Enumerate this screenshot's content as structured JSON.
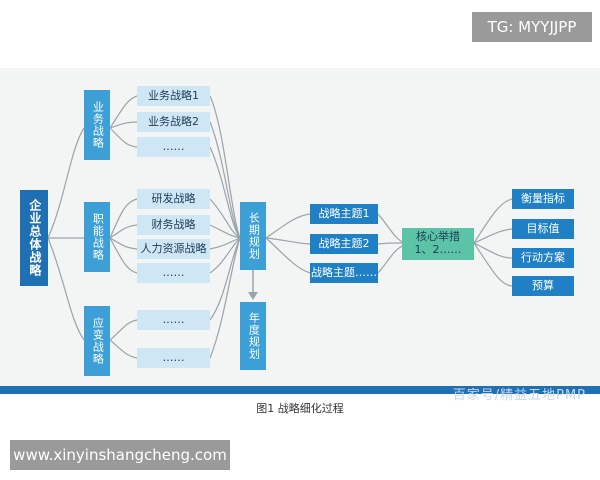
{
  "watermark_top": "TG: MYYJJPP",
  "watermark_bottom": "www.xinyinshangcheng.com",
  "caption": "图1  战略细化过程",
  "footer_source": "百家号/精益五地PMP",
  "diagram": {
    "root": "企业总体战略",
    "branches": {
      "business": {
        "label": "业务战略",
        "items": [
          "业务战略1",
          "业务战略2",
          "……"
        ]
      },
      "functional": {
        "label": "职能战略",
        "items": [
          "研发战略",
          "财务战略",
          "人力资源战略",
          "……"
        ]
      },
      "contingency": {
        "label": "应变战略",
        "items": [
          "……",
          "……"
        ]
      }
    },
    "long_term": "长期规划",
    "annual": "年度规划",
    "themes": [
      "战略主题1",
      "战略主题2",
      "战略主题……"
    ],
    "core": {
      "line1": "核心举措",
      "line2": "1、2……"
    },
    "outputs": [
      "衡量指标",
      "目标值",
      "行动方案",
      "预算"
    ]
  }
}
